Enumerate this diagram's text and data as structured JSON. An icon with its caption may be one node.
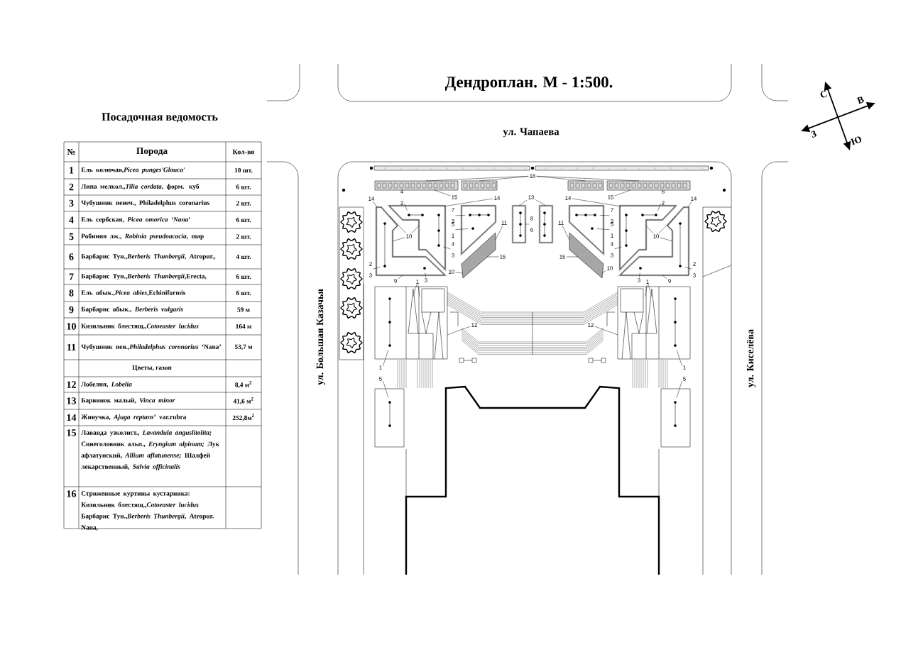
{
  "diagram": {
    "title": "Дендроплан. М - 1:500.",
    "nodes": [
      {
        "text": [
          "16"
        ]
      },
      {
        "text": [
          "15"
        ]
      },
      {
        "text": [
          "15"
        ]
      },
      {
        "text": [
          "14"
        ]
      },
      {
        "text": [
          "4",
          "2"
        ]
      },
      {
        "text": [
          "14"
        ]
      },
      {
        "text": [
          "7",
          "3"
        ]
      },
      {
        "text": [
          "5",
          "1"
        ]
      },
      {
        "text": [
          "13"
        ]
      },
      {
        "text": [
          "11"
        ]
      },
      {
        "text": [
          "10"
        ]
      },
      {
        "text": [
          "8",
          "6"
        ]
      },
      {
        "text": [
          "4",
          "3"
        ]
      },
      {
        "text": [
          "10"
        ]
      },
      {
        "text": [
          "15"
        ]
      },
      {
        "text": [
          "2",
          "3"
        ]
      },
      {
        "text": [
          "9"
        ]
      },
      {
        "text": [
          "3"
        ]
      },
      {
        "text": [
          "1"
        ]
      },
      {
        "text": [
          "14"
        ]
      },
      {
        "text": [
          "7",
          "3"
        ]
      },
      {
        "text": [
          "5",
          "1"
        ]
      },
      {
        "text": [
          "11"
        ]
      },
      {
        "text": [
          "15"
        ]
      },
      {
        "text": [
          "10"
        ]
      },
      {
        "text": [
          "6",
          "2"
        ]
      },
      {
        "text": [
          "14"
        ]
      },
      {
        "text": [
          "10"
        ]
      },
      {
        "text": [
          "4",
          "3"
        ]
      },
      {
        "text": [
          "2",
          "3"
        ]
      },
      {
        "text": [
          "3"
        ]
      },
      {
        "text": [
          "9"
        ]
      },
      {
        "text": [
          "1"
        ]
      },
      {
        "text": [
          "12"
        ]
      },
      {
        "text": [
          "12"
        ]
      },
      {
        "text": [
          "1",
          "5"
        ]
      },
      {
        "text": [
          "1",
          "5"
        ]
      },
      {
        "text": [],
        "shape": "bar"
      },
      {
        "text": [],
        "shape": "bar"
      },
      {
        "text": [],
        "shape": "bar"
      },
      {
        "text": [],
        "shape": "bar"
      },
      {
        "text": [],
        "shape": "polygon"
      },
      {
        "text": [],
        "shape": "polygon"
      },
      {
        "text": [],
        "shape": "polygon"
      },
      {
        "text": [],
        "shape": "polygon"
      },
      {
        "text": [],
        "shape": "box"
      },
      {
        "text": [],
        "shape": "box"
      },
      {
        "text": [],
        "shape": "polygon"
      },
      {
        "text": [],
        "shape": "polygon"
      },
      {
        "text": [],
        "shape": "polygon"
      },
      {
        "text": [],
        "shape": "polygon"
      },
      {
        "text": [],
        "shape": "box"
      },
      {
        "text": [],
        "shape": "box"
      },
      {
        "text": [],
        "shape": "box"
      },
      {
        "text": [],
        "shape": "box"
      }
    ],
    "edges": [
      {
        "from": 0,
        "to": 37,
        "arrow": "none"
      },
      {
        "from": 0,
        "to": 38,
        "arrow": "none"
      },
      {
        "from": 0,
        "to": 39,
        "arrow": "none"
      },
      {
        "from": 0,
        "to": 40,
        "arrow": "none"
      },
      {
        "from": 1,
        "to": 37,
        "arrow": "none"
      },
      {
        "from": 2,
        "to": 40,
        "arrow": "none"
      },
      {
        "from": 3,
        "to": 41,
        "arrow": "none"
      },
      {
        "from": 4,
        "to": 42,
        "arrow": "none"
      },
      {
        "from": 5,
        "to": 42,
        "arrow": "none"
      },
      {
        "from": 6,
        "to": 43,
        "arrow": "none"
      },
      {
        "from": 7,
        "to": 43,
        "arrow": "none"
      },
      {
        "from": 8,
        "to": 45,
        "arrow": "none"
      },
      {
        "from": 8,
        "to": 46,
        "arrow": "none"
      },
      {
        "from": 9,
        "to": 44,
        "arrow": "none"
      },
      {
        "from": 10,
        "to": 41,
        "arrow": "none"
      },
      {
        "from": 10,
        "to": 42,
        "arrow": "none"
      },
      {
        "from": 10,
        "to": 41,
        "arrow": "none"
      },
      {
        "from": 11,
        "to": 45,
        "arrow": "none"
      },
      {
        "from": 12,
        "to": 42,
        "arrow": "none"
      },
      {
        "from": 13,
        "to": 44,
        "arrow": "none"
      },
      {
        "from": 14,
        "to": 44,
        "arrow": "none"
      },
      {
        "from": 15,
        "to": 41,
        "arrow": "none"
      },
      {
        "from": 16,
        "to": 41,
        "arrow": "none"
      },
      {
        "from": 17,
        "to": 41,
        "arrow": "none"
      },
      {
        "from": 18,
        "to": 51,
        "arrow": "none"
      },
      {
        "from": 18,
        "to": 51,
        "arrow": "none"
      },
      {
        "from": 19,
        "to": 49,
        "arrow": "none"
      },
      {
        "from": 20,
        "to": 47,
        "arrow": "none"
      },
      {
        "from": 21,
        "to": 47,
        "arrow": "none"
      },
      {
        "from": 22,
        "to": 48,
        "arrow": "none"
      },
      {
        "from": 23,
        "to": 48,
        "arrow": "none"
      },
      {
        "from": 24,
        "to": 48,
        "arrow": "none"
      },
      {
        "from": 25,
        "to": 49,
        "arrow": "none"
      },
      {
        "from": 26,
        "to": 50,
        "arrow": "none"
      },
      {
        "from": 27,
        "to": 50,
        "arrow": "none"
      },
      {
        "from": 27,
        "to": 49,
        "arrow": "none"
      },
      {
        "from": 27,
        "to": 50,
        "arrow": "none"
      },
      {
        "from": 28,
        "to": 49,
        "arrow": "none"
      },
      {
        "from": 29,
        "to": 50,
        "arrow": "none"
      },
      {
        "from": 30,
        "to": 50,
        "arrow": "none"
      },
      {
        "from": 31,
        "to": 50,
        "arrow": "none"
      },
      {
        "from": 32,
        "to": 52,
        "arrow": "none"
      },
      {
        "from": 32,
        "to": 52,
        "arrow": "none"
      },
      {
        "from": 33,
        "to": 51,
        "arrow": "none"
      },
      {
        "from": 34,
        "to": 52,
        "arrow": "none"
      },
      {
        "from": 35,
        "to": 51,
        "arrow": "none"
      },
      {
        "from": 35,
        "to": 53,
        "arrow": "none"
      },
      {
        "from": 36,
        "to": 52,
        "arrow": "none"
      },
      {
        "from": 36,
        "to": 54,
        "arrow": "none"
      }
    ],
    "labels": [
      "Посадочная ведомость",
      "ул. Чапаева",
      "№",
      "Порода",
      "Кол-во",
      "1",
      "Ель колючая,*Picea punges'Glauca*'",
      "10 шт.",
      "2",
      "Липа мелкол.,*Tilia cordata*, форм. куб",
      "6 шт.",
      "3",
      "Чубушник венеч., Philadelphus coronarius",
      "2 шт.",
      "4",
      "Ель сербская, *Picea omorica ‘Nana*’",
      "6 шт.",
      "5",
      "Робиния лж., *Robinia pseudoacacia*, шар",
      "2 шт.",
      "6",
      "Барбарис Тун.,*Berberis Thunbergii*, Atropur.,",
      "4 шт.",
      "7",
      "Барбарис Тун.,*Berberis Thunbergii*,Erecta,",
      "6 шт.",
      "8",
      "Ель обык.,*Picea abies*,Echiniformis",
      "6 шт.",
      "9",
      "Барбарис обык., *Berberis vulgaris*",
      "59 м",
      "10",
      "Кизильник блестящ.,*Cotoeaster lucidus*",
      "164 м",
      "11",
      "Чубушник вен.,*Philadelphus coronarius* ‘Nana’",
      "53,7 м",
      "Цветы, газон",
      "12",
      "Лобелия, *Lobelia*",
      "8,4 м$^{2}$",
      "13",
      "Барвинок малый, *Vinca minor*",
      "41,6 м$^{2}$",
      "14",
      "Живучка, *Ajuga reptans*’ var.rubra",
      "252,8м$^{2}$",
      "15",
      "Лаванда узколист., *Lavandula anguslitolita;* Синеголовник альп., *Eryngium alpinum;* Лук афлатунский, *Allium aflatunense;* Шалфей лекарственный, *Salvia officinalis*",
      "16",
      "Стриженные куртины кустарника: Кизильник блестящ.,*Cotoeaster lucidus* Барбарис Тун.,*Berberis Thunbergii*, Atropur. Nana,",
      "ул. Большая Казачья",
      "ул. Киселёва",
      "С",
      "В",
      "З",
      "Ю"
    ]
  }
}
